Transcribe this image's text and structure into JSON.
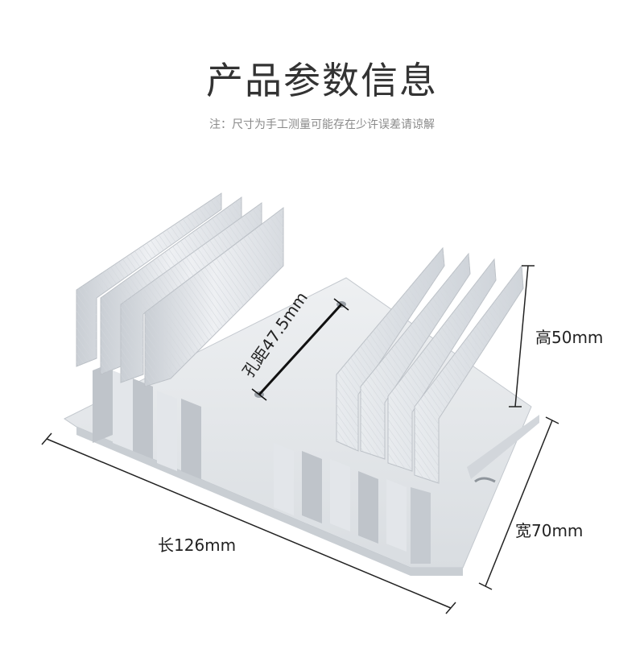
{
  "header": {
    "title": "产品参数信息",
    "note": "注：尺寸为手工测量可能存在少许误差请谅解"
  },
  "dimensions": {
    "hole_spacing": "孔距47.5mm",
    "height": "高50mm",
    "width": "宽70mm",
    "length": "长126mm"
  }
}
